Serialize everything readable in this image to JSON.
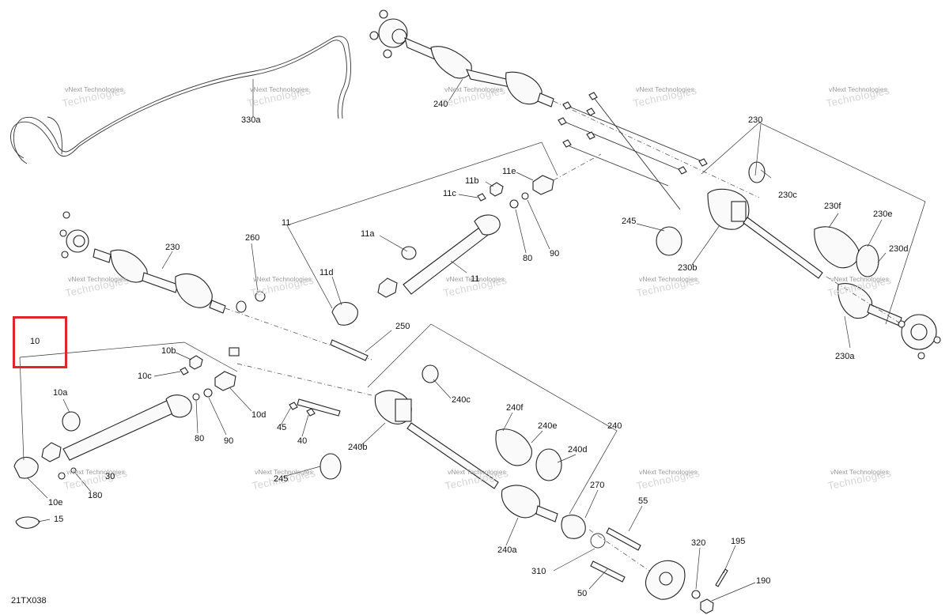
{
  "diagram_code": "21TX038",
  "watermark": {
    "line1": "vNext Technologies",
    "line2": "Technologies"
  },
  "highlight": {
    "label": "10",
    "color": "#e0262c"
  },
  "callouts": {
    "p330a": "330a",
    "p240_top": "240",
    "p230_top": "230",
    "p230c": "230c",
    "p245_top": "245",
    "p230b": "230b",
    "p230f": "230f",
    "p230e": "230e",
    "p230d": "230d",
    "p230a": "230a",
    "p11": "11",
    "p11e": "11e",
    "p11b": "11b",
    "p11c": "11c",
    "p11a": "11a",
    "p80_top": "80",
    "p90_top": "90",
    "p11d": "11d",
    "p11_mid": "11",
    "p260": "260",
    "p230_left": "230",
    "p250": "250",
    "p10b": "10b",
    "p10c": "10c",
    "p10a": "10a",
    "p10d": "10d",
    "p80": "80",
    "p90": "90",
    "p10e": "10e",
    "p180": "180",
    "p15": "15",
    "p30": "30",
    "p45": "45",
    "p40": "40",
    "p245": "245",
    "p240c": "240c",
    "p240f": "240f",
    "p240e": "240e",
    "p240": "240",
    "p240d": "240d",
    "p240b": "240b",
    "p270": "270",
    "p55": "55",
    "p240a": "240a",
    "p310": "310",
    "p50": "50",
    "p320": "320",
    "p195": "195",
    "p190": "190"
  }
}
